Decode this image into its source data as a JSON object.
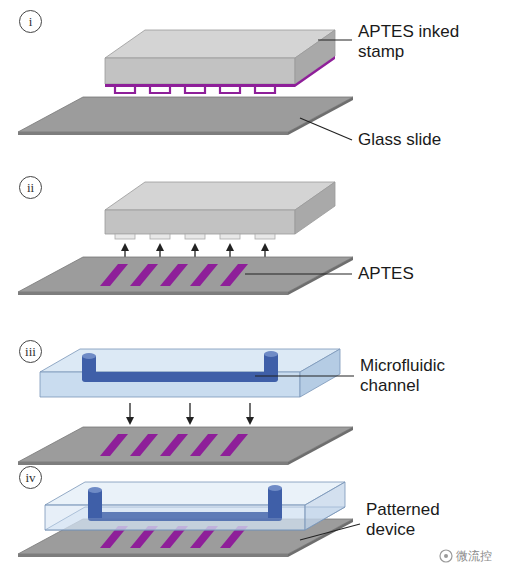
{
  "diagram": {
    "nodes": [
      {
        "text": [
          "i"
        ]
      },
      {
        "text": [
          "ii"
        ]
      },
      {
        "text": [
          "iii"
        ]
      },
      {
        "text": [
          "iv"
        ]
      }
    ],
    "labels": [
      "APTES inked stamp",
      "Glass slide",
      "APTES",
      "Microfluidic channel",
      "Patterned device",
      "微流控"
    ]
  }
}
